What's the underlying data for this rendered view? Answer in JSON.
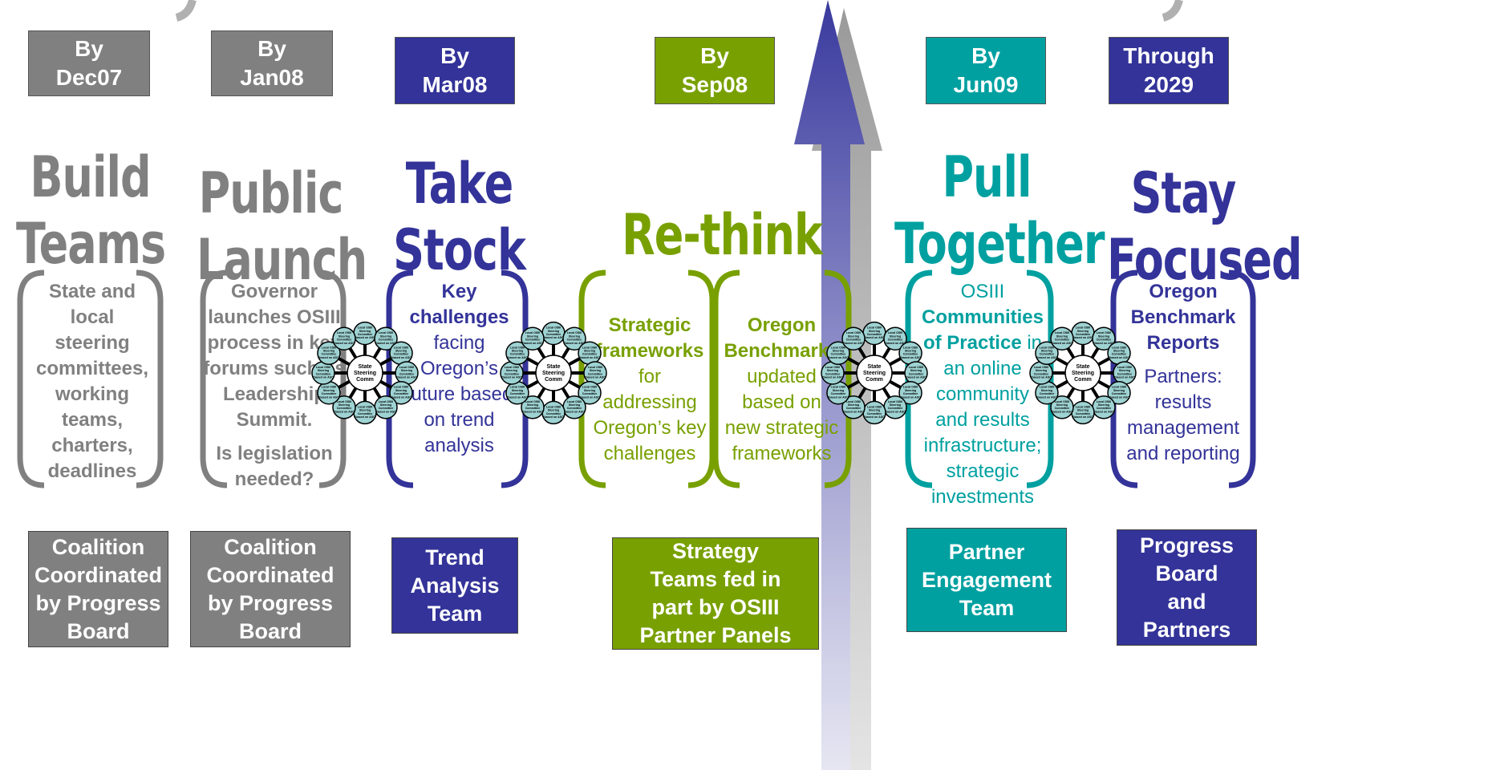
{
  "colors": {
    "gray": "#808080",
    "navy": "#333399",
    "olive": "#78a000",
    "teal": "#00a0a0"
  },
  "icons": [
    "upward-arrow-icon",
    "network-hub-icon"
  ],
  "phases": [
    {
      "date": [
        "By",
        "Dec07"
      ],
      "title": [
        "Build",
        "Teams"
      ],
      "description": [
        "State and",
        "local",
        "steering",
        "committees,",
        "working",
        "teams,",
        "charters,",
        "deadlines"
      ],
      "team": [
        "Coalition",
        "Coordinated",
        "by Progress",
        "Board"
      ]
    },
    {
      "date": [
        "By",
        "Jan08"
      ],
      "title": [
        "Public",
        "Launch"
      ],
      "description": [
        "Governor",
        "launches OSIII",
        "process in key",
        "forums such as",
        "Leadership",
        "Summit."
      ],
      "question": [
        "Is legislation",
        "needed?"
      ],
      "team": [
        "Coalition",
        "Coordinated",
        "by Progress",
        "Board"
      ]
    },
    {
      "date": [
        "By",
        "Mar08"
      ],
      "title": [
        "Take",
        "Stock"
      ],
      "description_bold": [
        "Key",
        "challenges"
      ],
      "description": [
        "facing",
        "Oregon’s",
        "future based",
        "on trend",
        "analysis"
      ],
      "team": [
        "Trend",
        "Analysis",
        "Team"
      ]
    },
    {
      "date": [
        "By",
        "Sep08"
      ],
      "title": [
        "Re-think"
      ],
      "left_bold": [
        "Strategic",
        "frameworks"
      ],
      "left": [
        "for",
        "addressing",
        "Oregon’s key",
        "challenges"
      ],
      "right_bold": [
        "Oregon",
        "Benchmarks"
      ],
      "right": [
        "updated",
        "based on",
        "new strategic",
        "frameworks"
      ],
      "team": [
        "Strategy",
        "Teams fed in",
        "part by OSIII",
        "Partner Panels"
      ]
    },
    {
      "date": [
        "By",
        "Jun09"
      ],
      "title": [
        "Pull",
        "Together"
      ],
      "description_top": "OSIII",
      "description_bold": [
        "Communities",
        "of Practice"
      ],
      "description_inline": "in",
      "description": [
        "an online",
        "community",
        "and results",
        "infrastructure;",
        "strategic",
        "investments"
      ],
      "team": [
        "Partner",
        "Engagement",
        "Team"
      ]
    },
    {
      "date": [
        "Through",
        "2029"
      ],
      "title": [
        "Stay",
        "Focused"
      ],
      "description_bold": [
        "Oregon",
        "Benchmark",
        "Reports"
      ],
      "description": [
        "Partners:",
        "results",
        "management",
        "and reporting"
      ],
      "team": [
        "Progress",
        "Board",
        "and",
        "Partners"
      ]
    }
  ],
  "hub": {
    "center": [
      "State",
      "Steering",
      "Comm"
    ],
    "node": [
      "Local OSIII",
      "Steering",
      "Committee",
      "(based on ASC"
    ]
  }
}
